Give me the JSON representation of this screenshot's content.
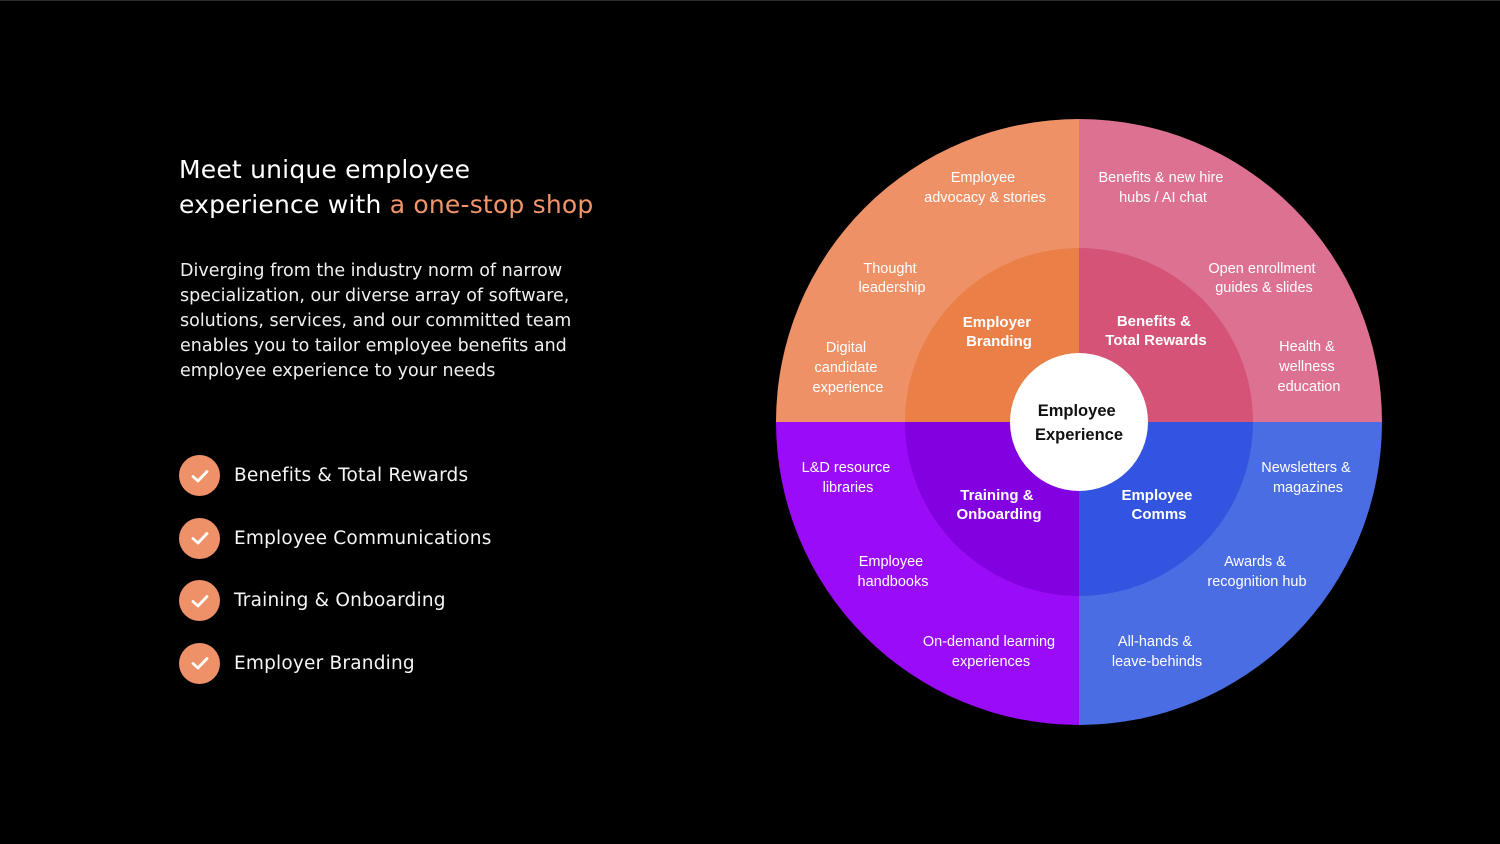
{
  "headline": {
    "line1": "Meet unique employee",
    "line2_prefix": "experience with ",
    "line2_accent": "a one-stop shop"
  },
  "body_text": "Diverging from the industry norm of narrow specialization, our diverse array of software, solutions, services, and our committed team enables you to tailor employee benefits and employee experience to your needs",
  "features": [
    {
      "label": "Benefits & Total Rewards",
      "icon": "check-icon"
    },
    {
      "label": "Employee Communications",
      "icon": "check-icon"
    },
    {
      "label": "Training & Onboarding",
      "icon": "check-icon"
    },
    {
      "label": "Employer Branding",
      "icon": "check-icon"
    }
  ],
  "colors": {
    "background": "#000000",
    "accent": "#f2956a",
    "check_badge": "#ee9068",
    "branding_outer": "#ef9167",
    "branding_inner": "#eb7f48",
    "benefits_outer": "#dc7192",
    "benefits_inner": "#d45377",
    "comms_outer": "#4a6de3",
    "comms_inner": "#3354e0",
    "training_outer": "#9a0cf8",
    "training_inner": "#8300e0",
    "center": "#ffffff"
  },
  "diagram": {
    "center": {
      "line1": "Employee",
      "line2": "Experience"
    },
    "quadrants": [
      {
        "name": "Employer Branding",
        "inner_line1": "Employer",
        "inner_line2": "Branding",
        "items": [
          {
            "line1": "Employee",
            "line2": "advocacy & stories"
          },
          {
            "line1": "Thought",
            "line2": "leadership"
          },
          {
            "line1": "Digital",
            "line2": "candidate",
            "line3": "experience"
          }
        ]
      },
      {
        "name": "Benefits & Total Rewards",
        "inner_line1": "Benefits &",
        "inner_line2": "Total Rewards",
        "items": [
          {
            "line1": "Benefits & new hire",
            "line2": "hubs / AI chat"
          },
          {
            "line1": "Open enrollment",
            "line2": "guides & slides"
          },
          {
            "line1": "Health &",
            "line2": "wellness",
            "line3": "education"
          }
        ]
      },
      {
        "name": "Employee Comms",
        "inner_line1": "Employee",
        "inner_line2": "Comms",
        "items": [
          {
            "line1": "Newsletters &",
            "line2": "magazines"
          },
          {
            "line1": "Awards &",
            "line2": "recognition hub"
          },
          {
            "line1": "All-hands &",
            "line2": "leave-behinds"
          }
        ]
      },
      {
        "name": "Training & Onboarding",
        "inner_line1": "Training &",
        "inner_line2": "Onboarding",
        "items": [
          {
            "line1": "L&D resource",
            "line2": "libraries"
          },
          {
            "line1": "Employee",
            "line2": "handbooks"
          },
          {
            "line1": "On-demand learning",
            "line2": "experiences"
          }
        ]
      }
    ]
  }
}
